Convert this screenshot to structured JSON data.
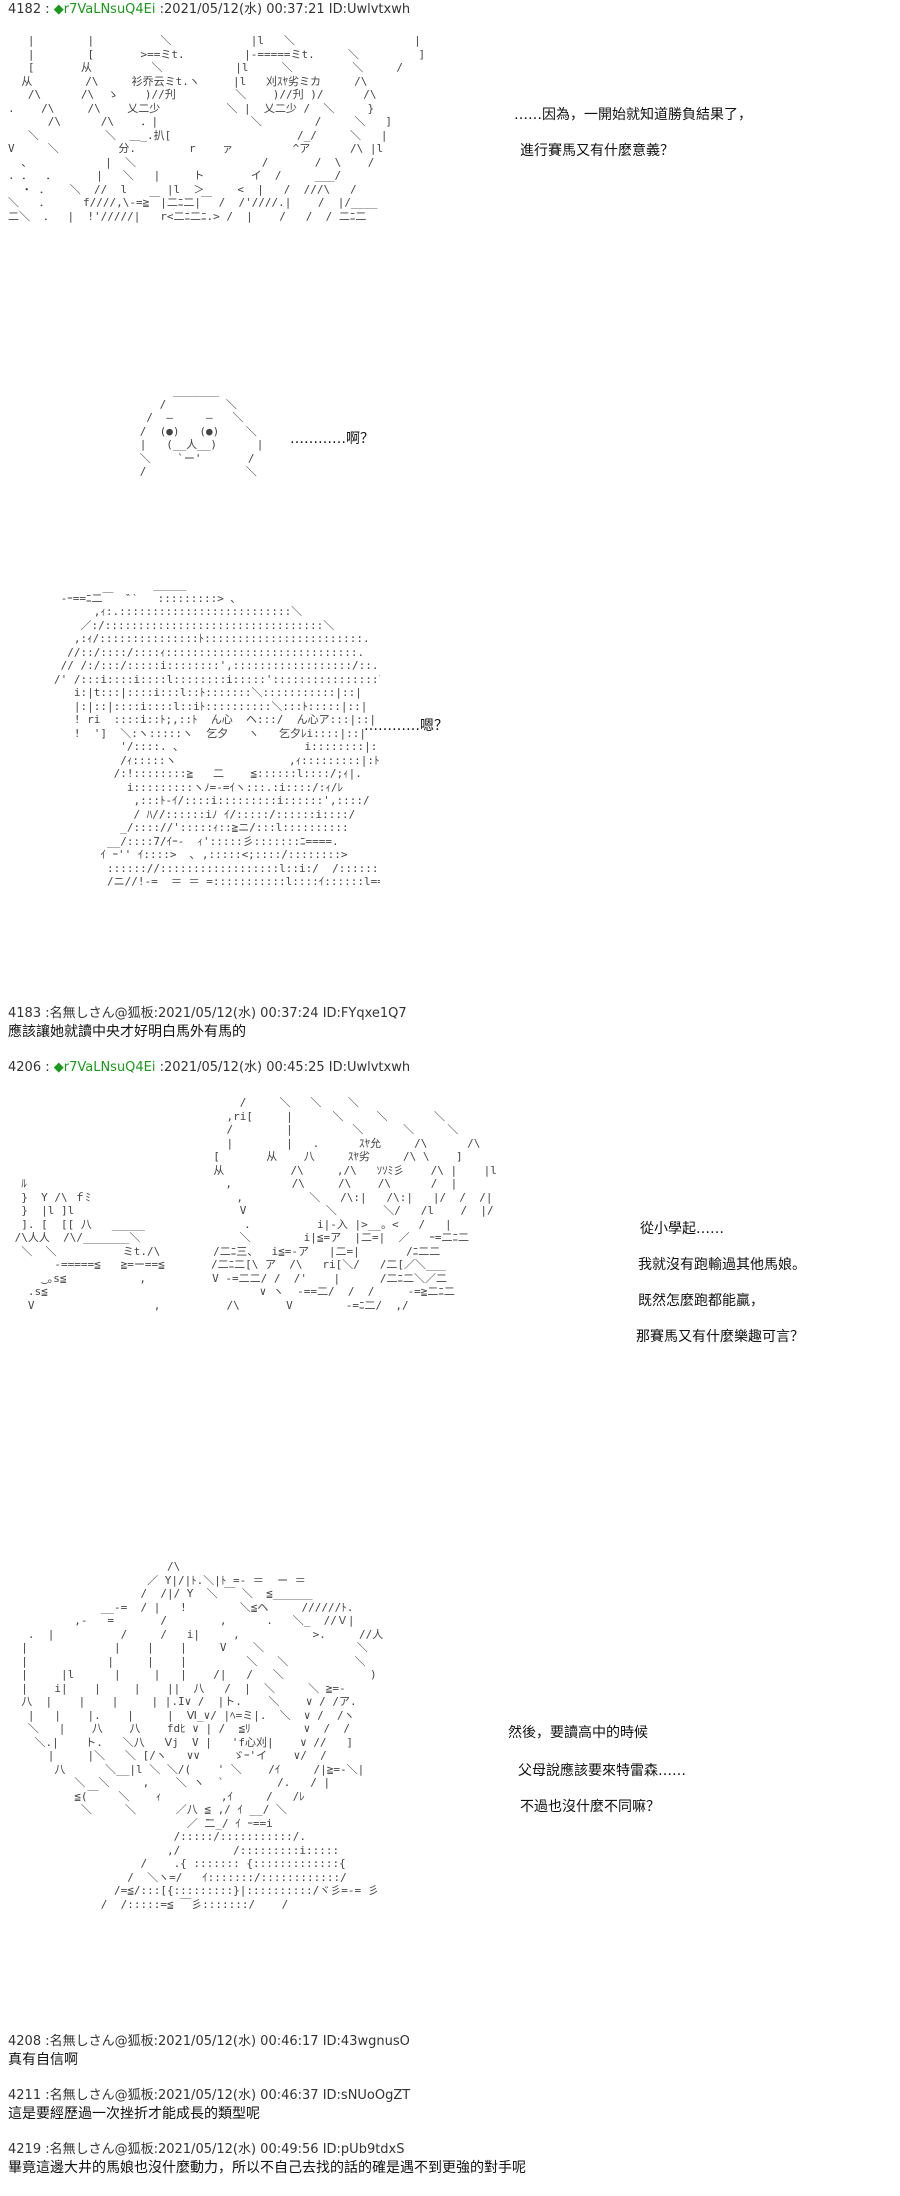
{
  "posts": [
    {
      "header": "4182 : ◆r7VaLNsuQ4Ei :2021/05/12(水) 00:37:21 ID:Uwlvtxwh",
      "dialogue": [
        "……因為，一開始就知道勝負結果了，",
        "進行賽馬又有什麼意義？",
        "…………啊？",
        "…………嗯？"
      ],
      "art": [
        [
          "   |        |          ＼            |l   ＼                  |",
          "   |        [       >==ミt.         |-=====ミt.     ＼         ]",
          "   [       从         ＼           |l     ＼         ＼     /",
          "  从        /\\     衫乔云ミt.ヽ     |l   刈ｽﾔ劣ミカ     /\\",
          "   /\\      /\\  ゝ    )//刋         ＼    )//刋 )/      /\\",
          ".    /\\     /\\    乂二少          ＼ |  乂二少 /  ＼     }",
          "      /\\      /\\    ．|              ＼        /     ＼   ]",
          "   ＼          ＼  ＿_.扒[                   /_/     ＼   |",
          "V     ＼         分.        r    ァ         ^ア      /\\ |l",
          "  、           |  ＼                   /       /  \\    /",
          ". ．  ．      |   ＼   |     ト       イ  /     ___/",
          "  ・ ．   ＼  //  l      |l  ＞     <  |   /  ///\\   /",
          "＼   ．     f////,\\-=≧￣|二ﾆ二|￣ /  /'////.|    /  |/____",
          "二＼  ．  |  !'/////|   r<二ﾆ二ﾆ.> /  |    /   /  / 二ﾆ二"
        ],
        [
          "           _______",
          "         /         ＼",
          "       /  ―     ―   ＼",
          "      /  (●)   (●)    ＼",
          "      |   (__人__)      |",
          "      ＼    `ー'       /",
          "      /               ＼"
        ],
        [
          "               _____",
          " -ｰ==ﾆ二￣　‶‵   :::::::::> ､",
          "      ,ｨ:.::::::::::::::::::::::::::＼",
          "    ／:/:::::::::::::::::::::::::::::::::＼",
          "   ,:ｨ/:::::::::::::::ﾄ::::::::::::::::::::::::.",
          "  //::/::::/::::ｨ:::::::::::::::::::::::::::::.",
          " // /:/:::/:::::i::::::::',::::::::::::::::::/::.",
          "/' /:::i::::i::::l::::::::i:::::'::::::::::::::::l",
          "   i:|t:::|::::i:::l::ﾄ:::::::＼:::::::::::|::|",
          "   |:|::|::::i::::l::iﾄ::::::::::＼:::ﾄ:::::|::|",
          "   ! ri  ::::i::ﾄ;,::ﾄ  ん心  ヘ:::/  ん心ア:::|::|",
          "   !  ']  ＼:ヽ:::::ヽ  乞夕   ヽ   乞夕ﾚi::::|::|",
          "          '/::::. ､                   i::::::::|::ﾄ;",
          "          /ｨ:::::ヽ                 ,ｨ:::::::::|:ﾄ.",
          "         /:!::::::::≧   二    ≦::::::l::::/;ｨ|.",
          "           i:::::::::ヽﾉ=-=ｲヽ:::.:i::::/:ｨ/ﾚ",
          "            ,:::ﾄ-ｲ/::::i:::::::::i::::::',::::/",
          "            / ﾊ//::::::iﾉ ｲ/:::::/::::::i::::/",
          "          _/:::://':::::ｨ::≧ニ/:::l::::::::::",
          "        __/::::7/ｲｰ-  ｨ':::::彡:::::::ﾆ====.",
          "       ｲ ｰ'' ｲ::::>  ､ ,:::::<;::::/::::::::>",
          "        :::::://::::::::::::::::::l::i:/  /::::::::/",
          "        /ニ//!-=  ＝ ＝ =:::::::::::l::::ｲ::::::l=====["
        ]
      ]
    },
    {
      "header": "4183 :名無しさん@狐板:2021/05/12(水) 00:37:24 ID:FYqxe1Q7",
      "body": "應該讓她就讀中央才好明白馬外有馬的"
    },
    {
      "header": "4206 : ◆r7VaLNsuQ4Ei :2021/05/12(水) 00:45:25 ID:Uwlvtxwh",
      "dialogue": [
        "從小學起……",
        "我就沒有跑輸過其他馬娘。",
        "既然怎麼跑都能贏，",
        "那賽馬又有什麼樂趣可言？",
        "然後，要讀高中的時候",
        "父母說應該要來特雷森……",
        "不過也沒什麼不同嘛？"
      ],
      "art": [
        [
          "                                   /     ＼   ＼    ＼",
          "                                 ,ri[     |      ＼     ＼       ＼",
          "                                 /        |         ＼      ＼     ＼",
          "                                 |        |   .      ｽﾔ允     /\\      /\\",
          "                               [       从    八     ｽﾔ劣     /\\ \\    ]",
          "                               从          /\\     ,/\\   ｿｿﾐ彡    /\\ |    |l",
          "  ﾙ                              ,         /\\     /\\    /\\      /  |",
          "  }  Y /\\ ｆﾐ                      ,          ＼   /\\:|   /\\:|   |/  /  /|",
          "  }  |l ]l                         V            ＼       ＼/   /l    /  |/",
          "  ]. [  [[ 八   _____               .          i|-入 |>__。<   /   |",
          " /\\人人  /\\/_______＼               ＼        i|≦=ア  |二=|  ／   ｰ=二ﾆ二",
          "  ＼  ＼          ミt./\\        /二ﾆ三、  i≦=-ア   |二=|       /ﾆ二二",
          "       -=====≦   ≧=ー==≦       /二ﾆ二[\\ ア  /\\   ri[＼/   /二[／＼___",
          "     ‿｡s≦           ,          V -=二二/ /  /'    |      /二ﾆ二＼／二",
          "   .s≦                                ∨ ヽ  ‐==二/  /  /     ‐=≧二ﾆ二",
          "   V                  ,          /\\       V        -=ﾆ二/  ,/       "
        ],
        [
          "                        /\\",
          "                     ／ Y|/|ﾄ.＼|ﾄ =- ＝  ー ＝",
          "                    /  /|/ Y  ＼ ￣ ＼  ≦______",
          "              __-=  / |   !        ＼≦ヘ     //////ﾄ.",
          "          ,-   =       /        ,      .   ＼_  //Ｖ|",
          "   .  |          /     /   i|     ,           >.     //人",
          "  |             |    |    |     V    ＼              ＼",
          "  |            |     |    |         ＼   ＼          ＼",
          "  |     |l      |     |   |    /|   /   ＼             )",
          "  |    i|    |     |    ||  八   /  |  ＼     ＼ ≧=-",
          "  八  |    |    |     | |.I∨ /  |ト.    ＼    ∨ / /ア.",
          "   |   |    |.    |     |  Ⅵ_∨/ |ﾍ=ミ|.  ＼  ∨ /  /ヽ",
          "   ＼   |    八    八    fdﾋ ∨ | /  ≦ﾘ        ∨  /  /",
          "    ＼.|    ト.   ＼八   Ⅴj  V |   'f心刈|    ∨ //   ]",
          "      |     |＼   ＼ [/ヽ   ∨∨     ゞｰ'イ    ∨/  /",
          "       八      ＼__|l ＼ ＼/(    ' ＼    /ｲ     /|≧=-＼|",
          "          ＼  ＼     ,    ＼ ヽ  `        /.   / |",
          "          ≦(￣   ＼    ｨ         ,ｲ     /   /ﾚ",
          "           ＼     ＼      ／八 ≦ ,/ ｲ __/ ＼",
          "                           ／ ̄二_/ ｲ ｰ==i",
          "                         /:::::/:::::::::::/.",
          "                        ,/        /:::::::::i:::::",
          "                    /    .{ ::::::: {:::::::::::::{",
          "                  /  ＼ヽ=/   ｲ:::::::/::::::::::::/",
          "                /=≦/:::[{:::::::::}|::::::::::/ヾ彡=-= 彡",
          "              /  /:::::=≦ ￣彡:::::::/    /"
        ]
      ]
    },
    {
      "header": "4208 :名無しさん@狐板:2021/05/12(水) 00:46:17 ID:43wgnusO",
      "body": "真有自信啊"
    },
    {
      "header": "4211 :名無しさん@狐板:2021/05/12(水) 00:46:37 ID:sNUoOgZT",
      "body": "這是要經歷過一次挫折才能成長的類型呢"
    },
    {
      "header": "4219 :名無しさん@狐板:2021/05/12(水) 00:49:56 ID:pUb9tdxS",
      "body": "畢竟這邊大井的馬娘也沒什麼動力，所以不自己去找的話的確是遇不到更強的對手呢"
    }
  ],
  "colors": {
    "trip": "#1a9a1a",
    "text": "#222222",
    "background": "#ffffff"
  }
}
